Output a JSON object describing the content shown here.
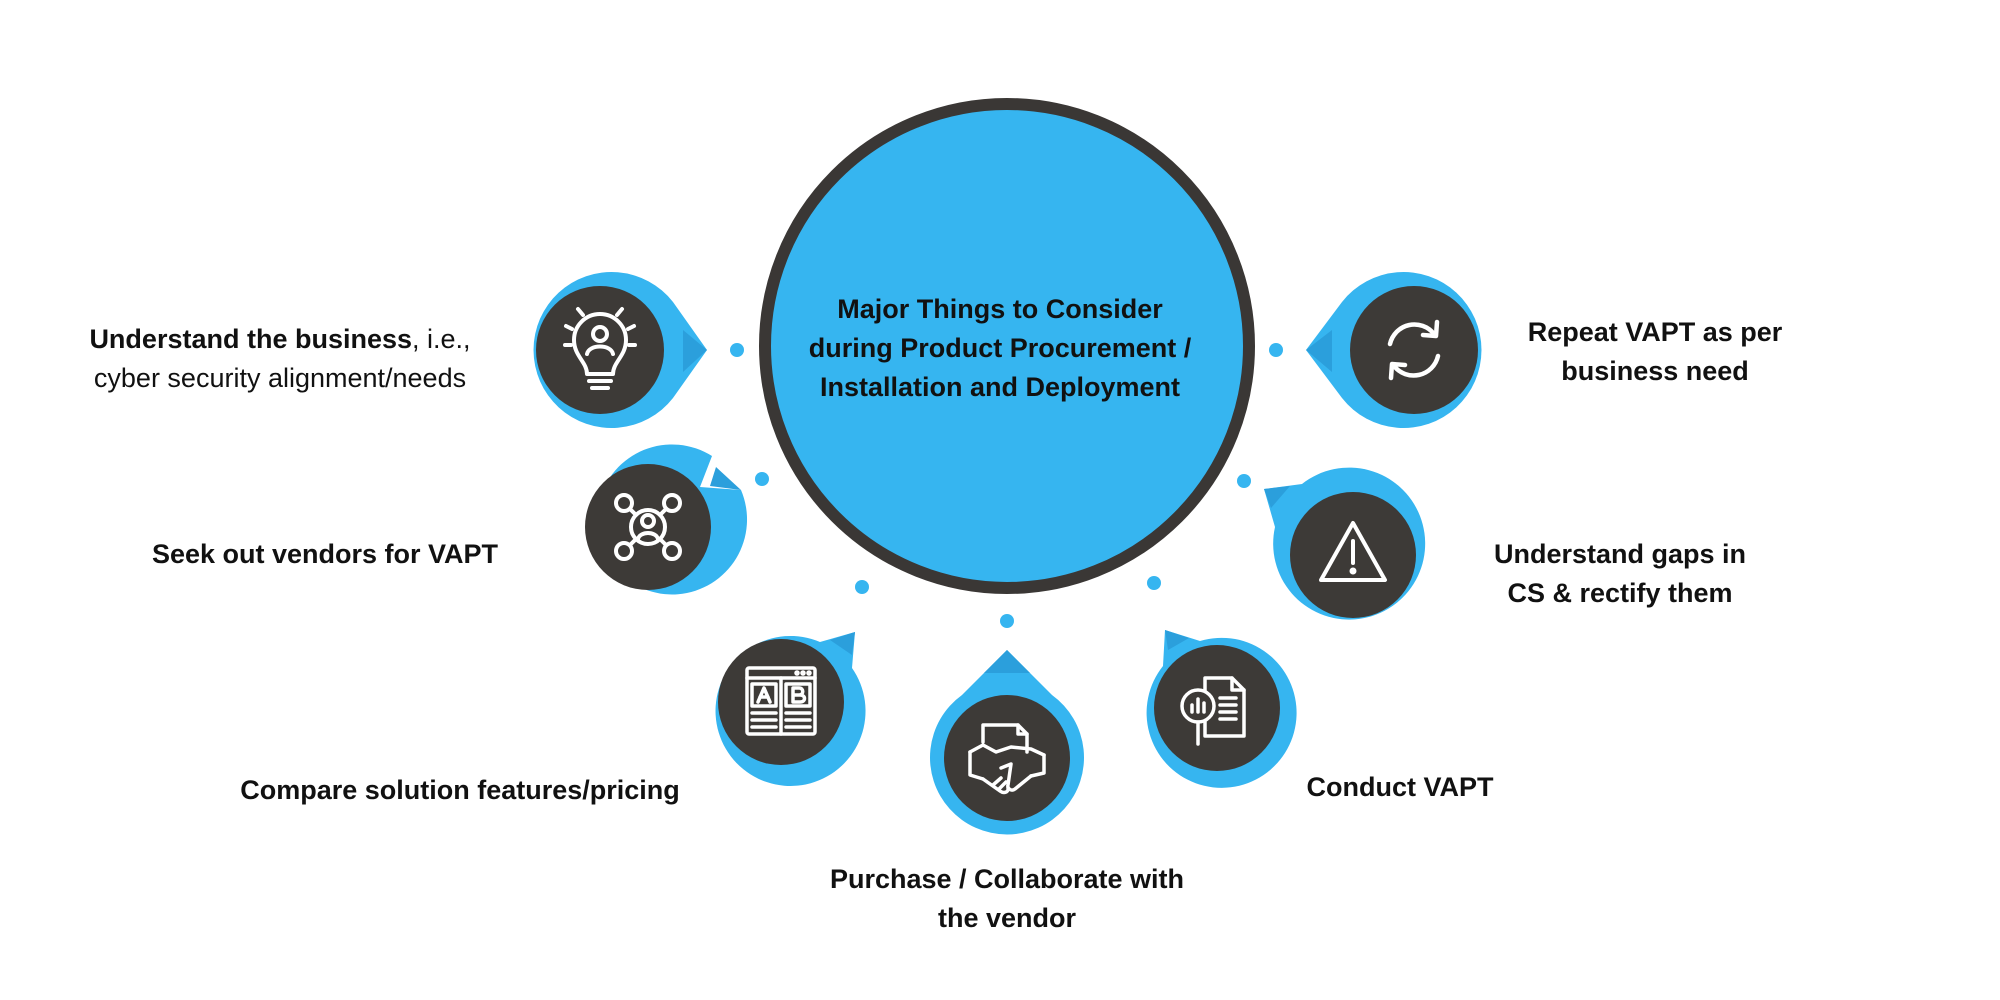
{
  "title": {
    "line1": "Major Things to Consider",
    "line2": "during Product Procurement /",
    "line3": "Installation and Deployment"
  },
  "steps": [
    {
      "bold": "Understand the business",
      "rest": ", i.e.,",
      "line2": "cyber security alignment/needs",
      "icon": "lightbulb-person-icon"
    },
    {
      "line1": "Seek out vendors for VAPT",
      "icon": "network-person-icon"
    },
    {
      "line1": "Compare solution features/pricing",
      "icon": "ab-comparison-icon"
    },
    {
      "line1": "Purchase / Collaborate with",
      "line2": "the vendor",
      "icon": "handshake-document-icon"
    },
    {
      "line1": "Conduct VAPT",
      "icon": "document-analysis-icon"
    },
    {
      "line1": "Understand gaps in",
      "line2": "CS & rectify them",
      "icon": "warning-triangle-icon"
    },
    {
      "line1": "Repeat VAPT as per",
      "line2": "business need",
      "icon": "refresh-cycle-icon"
    }
  ],
  "colors": {
    "accent": "#36b5f0",
    "pin_dark": "#2b9fdc",
    "icon_bg": "#3d3a37",
    "center_border": "#3a3735",
    "icon_stroke": "#ffffff"
  }
}
